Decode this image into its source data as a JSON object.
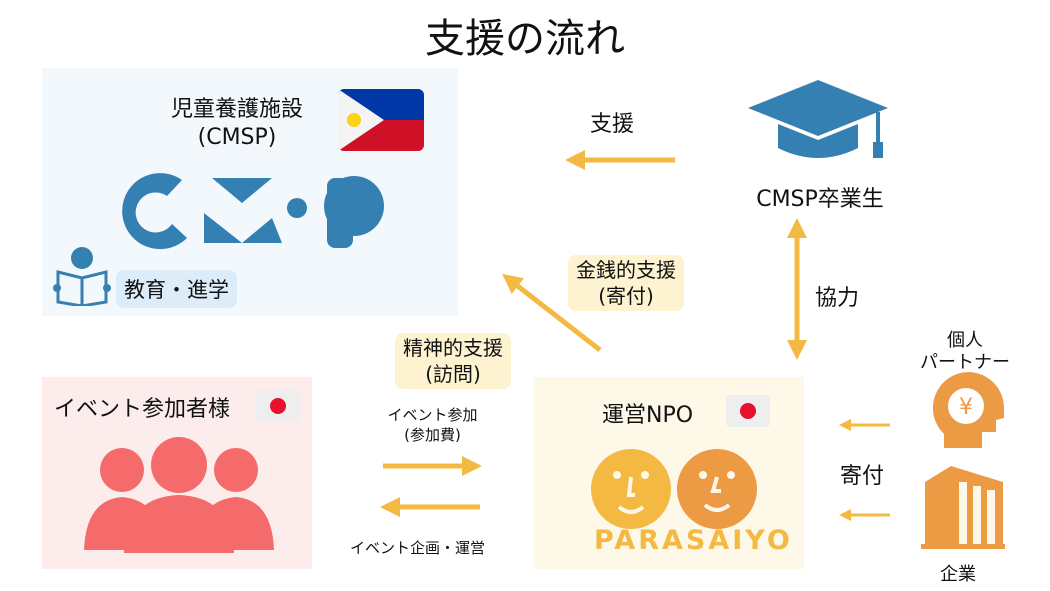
{
  "title": "支援の流れ",
  "cmsp": {
    "name": "児童養護施設",
    "abbr": "(CMSP)",
    "education": "教育・進学",
    "logo_text": "CMSP"
  },
  "graduates": {
    "label": "CMSP卒業生"
  },
  "support_label": "支援",
  "cooperation_label": "協力",
  "monetary": {
    "line1": "金銭的支援",
    "line2": "(寄付)"
  },
  "mental": {
    "line1": "精神的支援",
    "line2": "(訪問)"
  },
  "event": {
    "label": "イベント参加者様",
    "participate1": "イベント参加",
    "participate2": "(参加費)",
    "planning": "イベント企画・運営"
  },
  "npo": {
    "label": "運営NPO",
    "logo_text": "PARASAIYO"
  },
  "donors": {
    "individual1": "個人",
    "individual2": "パートナー",
    "donation": "寄付",
    "company": "企業"
  },
  "colors": {
    "blue": "#3580b3",
    "arrow": "#f4b942",
    "orange": "#ed9a45",
    "red": "#f56a6a"
  }
}
